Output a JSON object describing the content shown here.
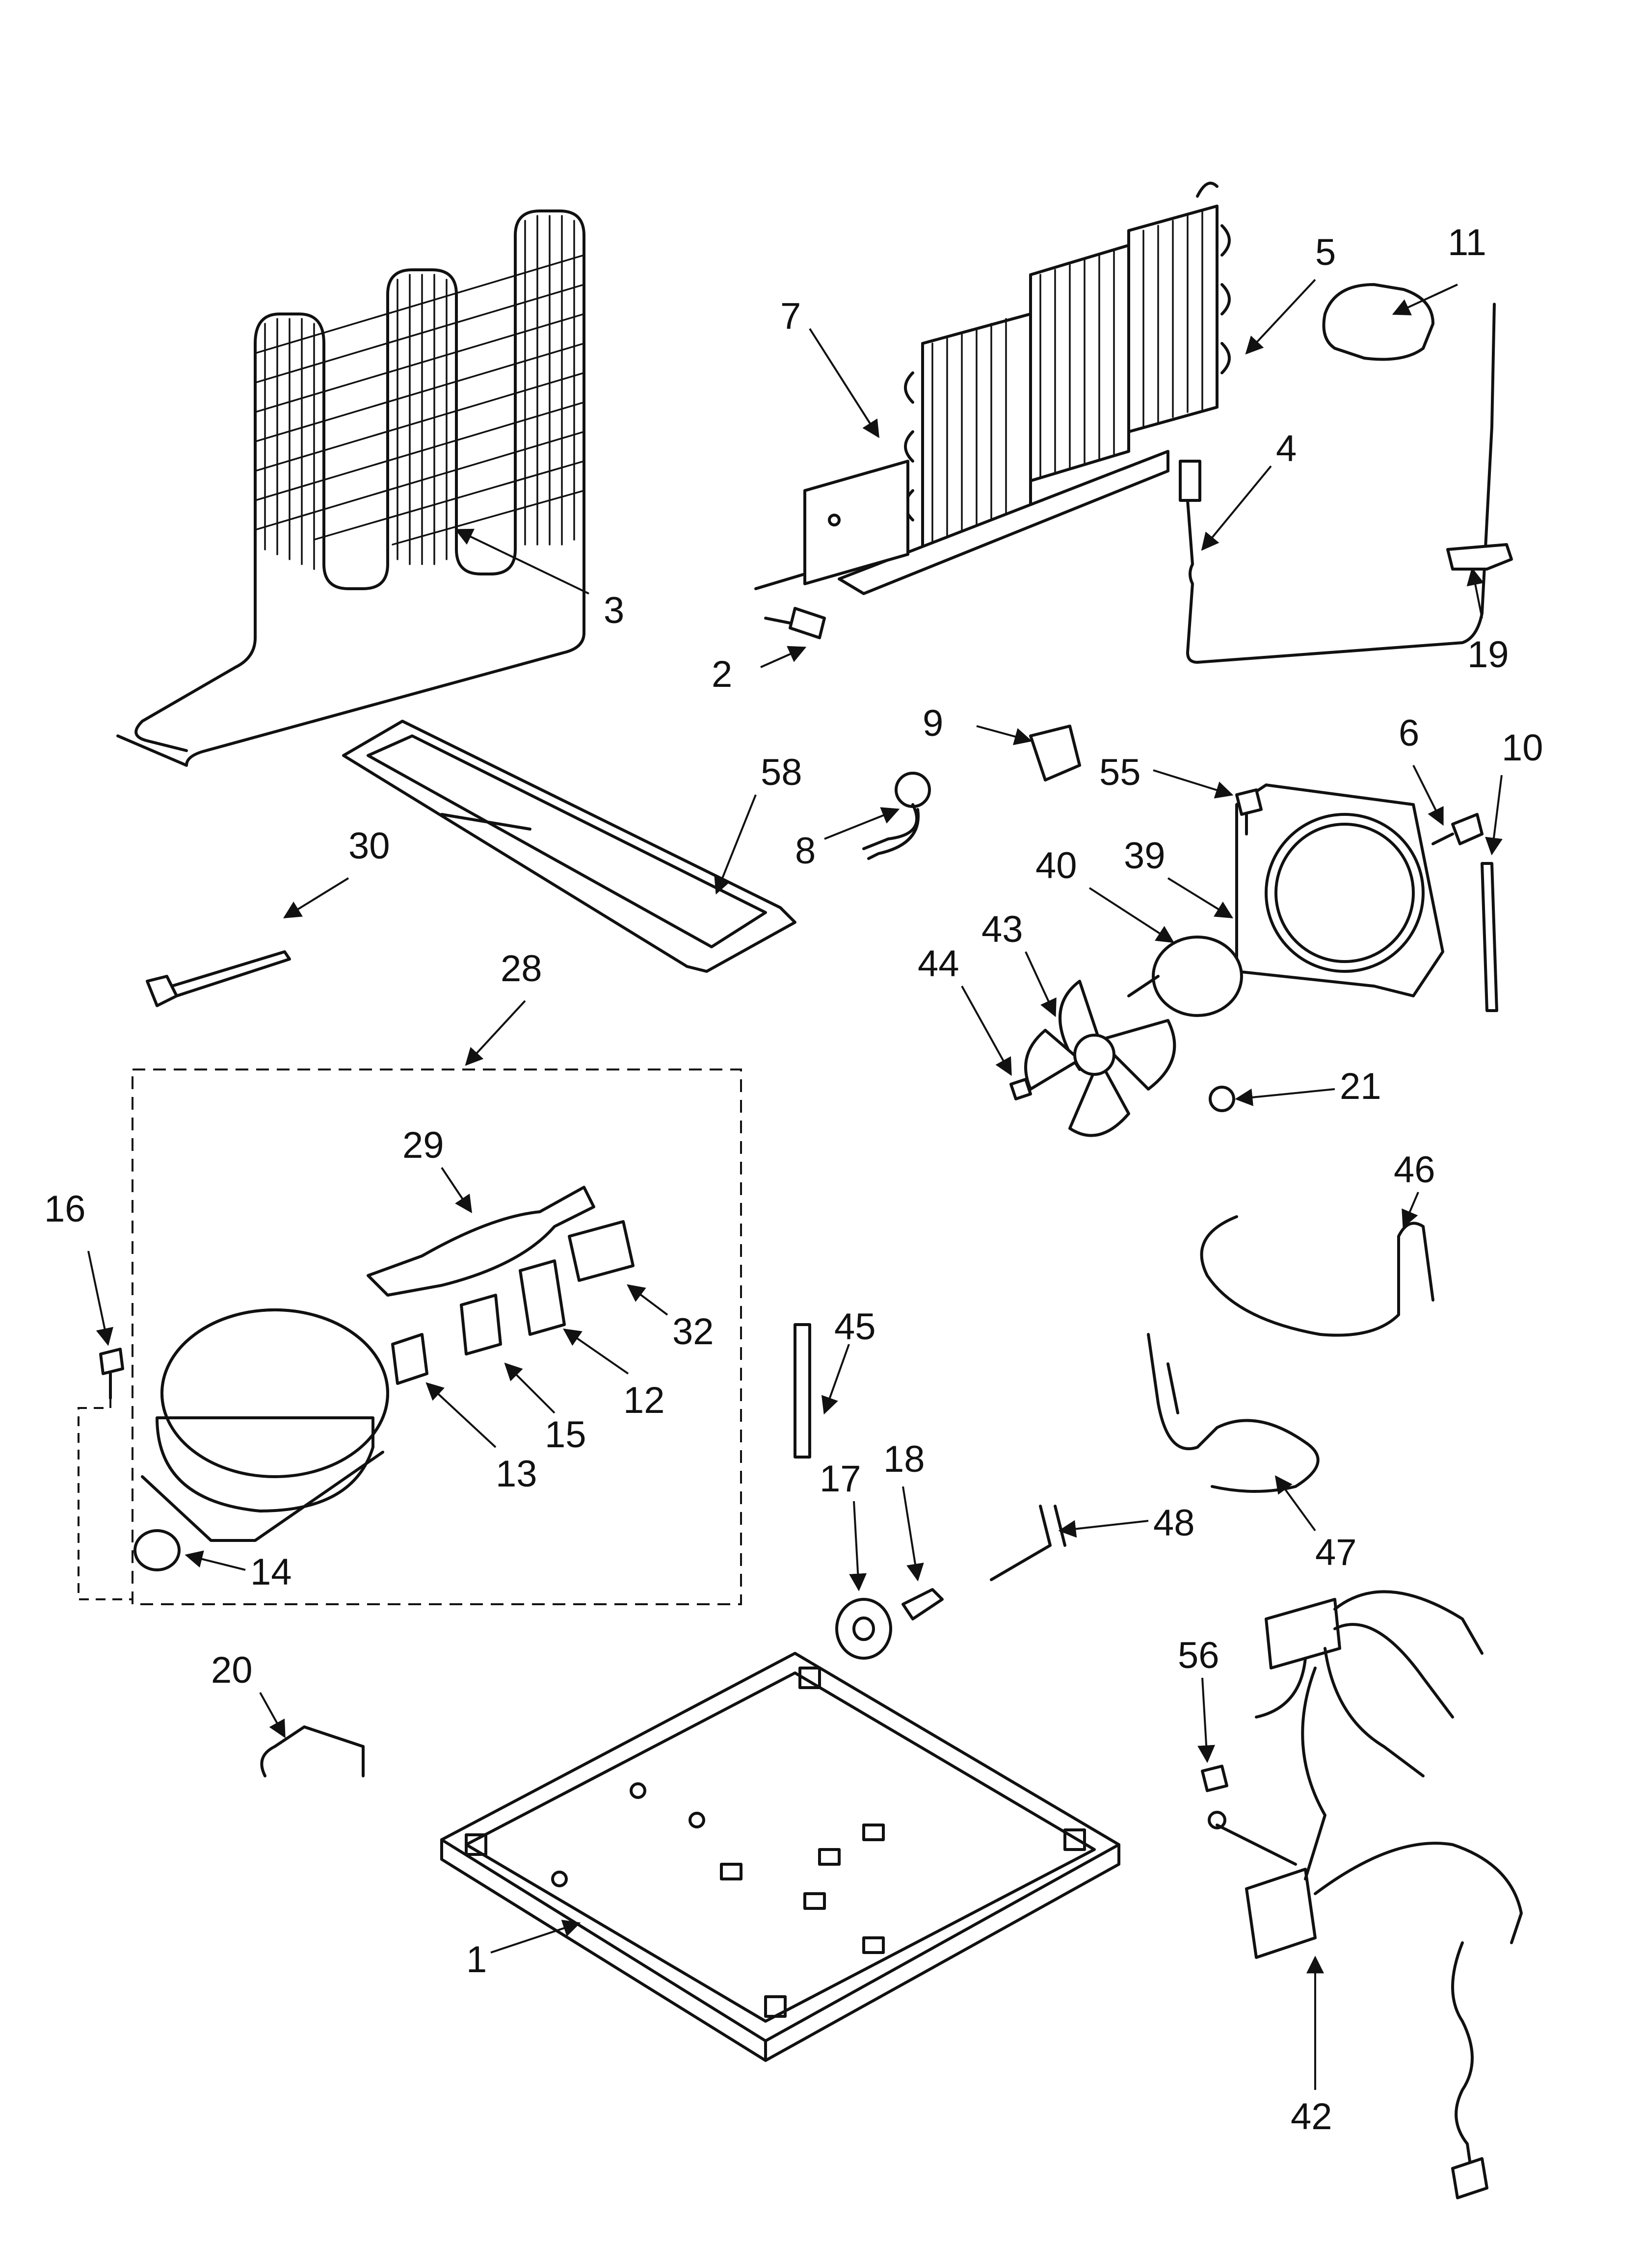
{
  "diagram": {
    "callouts": [
      "1",
      "2",
      "3",
      "4",
      "5",
      "6",
      "7",
      "8",
      "9",
      "10",
      "11",
      "12",
      "13",
      "14",
      "15",
      "16",
      "17",
      "18",
      "19",
      "20",
      "21",
      "28",
      "29",
      "30",
      "32",
      "39",
      "40",
      "42",
      "43",
      "44",
      "45",
      "46",
      "47",
      "48",
      "55",
      "56",
      "58"
    ]
  },
  "colors": {
    "line": "#111111",
    "background": "#ffffff"
  }
}
